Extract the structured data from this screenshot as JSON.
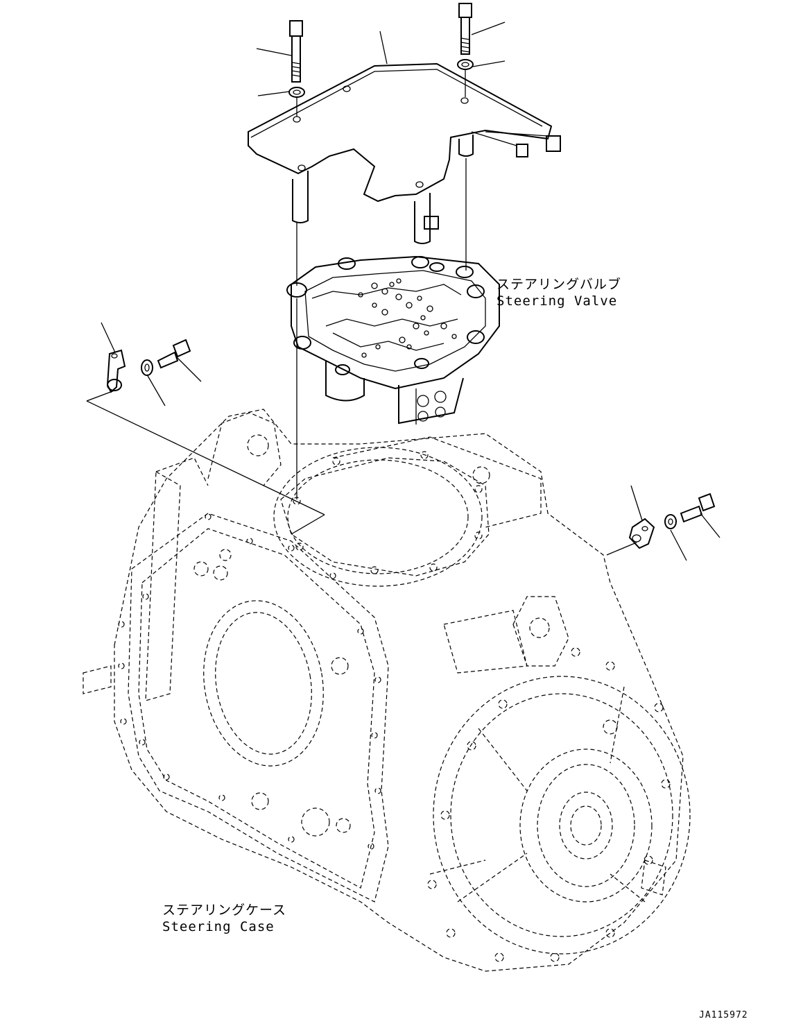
{
  "labels": {
    "steering_valve_jp": "ステアリングバルブ",
    "steering_valve_en": "Steering Valve",
    "steering_case_jp": "ステアリングケース",
    "steering_case_en": "Steering Case",
    "figure_id": "JA115972"
  },
  "icons": [
    "bolt",
    "washer",
    "cover-plate",
    "clamp",
    "steering-valve",
    "steering-case"
  ]
}
